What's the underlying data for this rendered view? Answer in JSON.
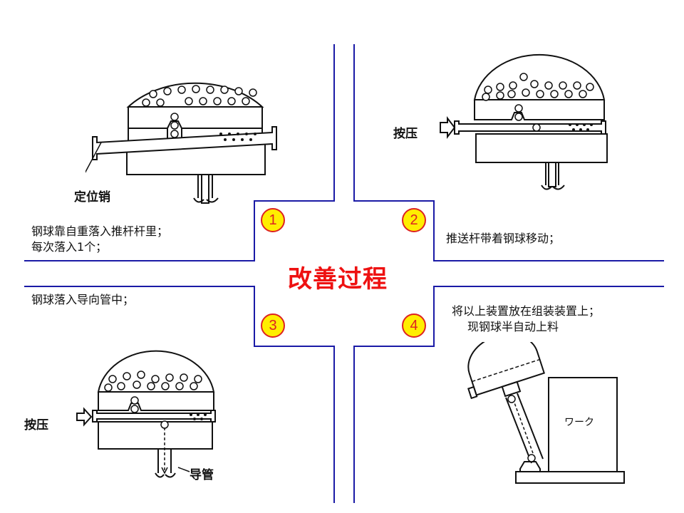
{
  "title": "改善过程",
  "steps": [
    {
      "number": "1",
      "caption_lines": [
        "钢球靠自重落入推杆杆里；",
        "每次落入1个；"
      ]
    },
    {
      "number": "2",
      "caption_lines": [
        "推送杆带着钢球移动；"
      ]
    },
    {
      "number": "3",
      "caption_lines": [
        "钢球落入导向管中；"
      ]
    },
    {
      "number": "4",
      "caption_lines": [
        "将以上装置放在组装装置上；",
        "现钢球半自动上料"
      ]
    }
  ],
  "labels": {
    "locating_pin": "定位销",
    "press_2": "按压",
    "press_3": "按压",
    "guide_tube": "导管",
    "workpiece": "ワーク"
  },
  "colors": {
    "divider": "#1a1aa6",
    "title": "#ee1111",
    "badge_fill": "#ffee00",
    "badge_border": "#dd2222"
  }
}
